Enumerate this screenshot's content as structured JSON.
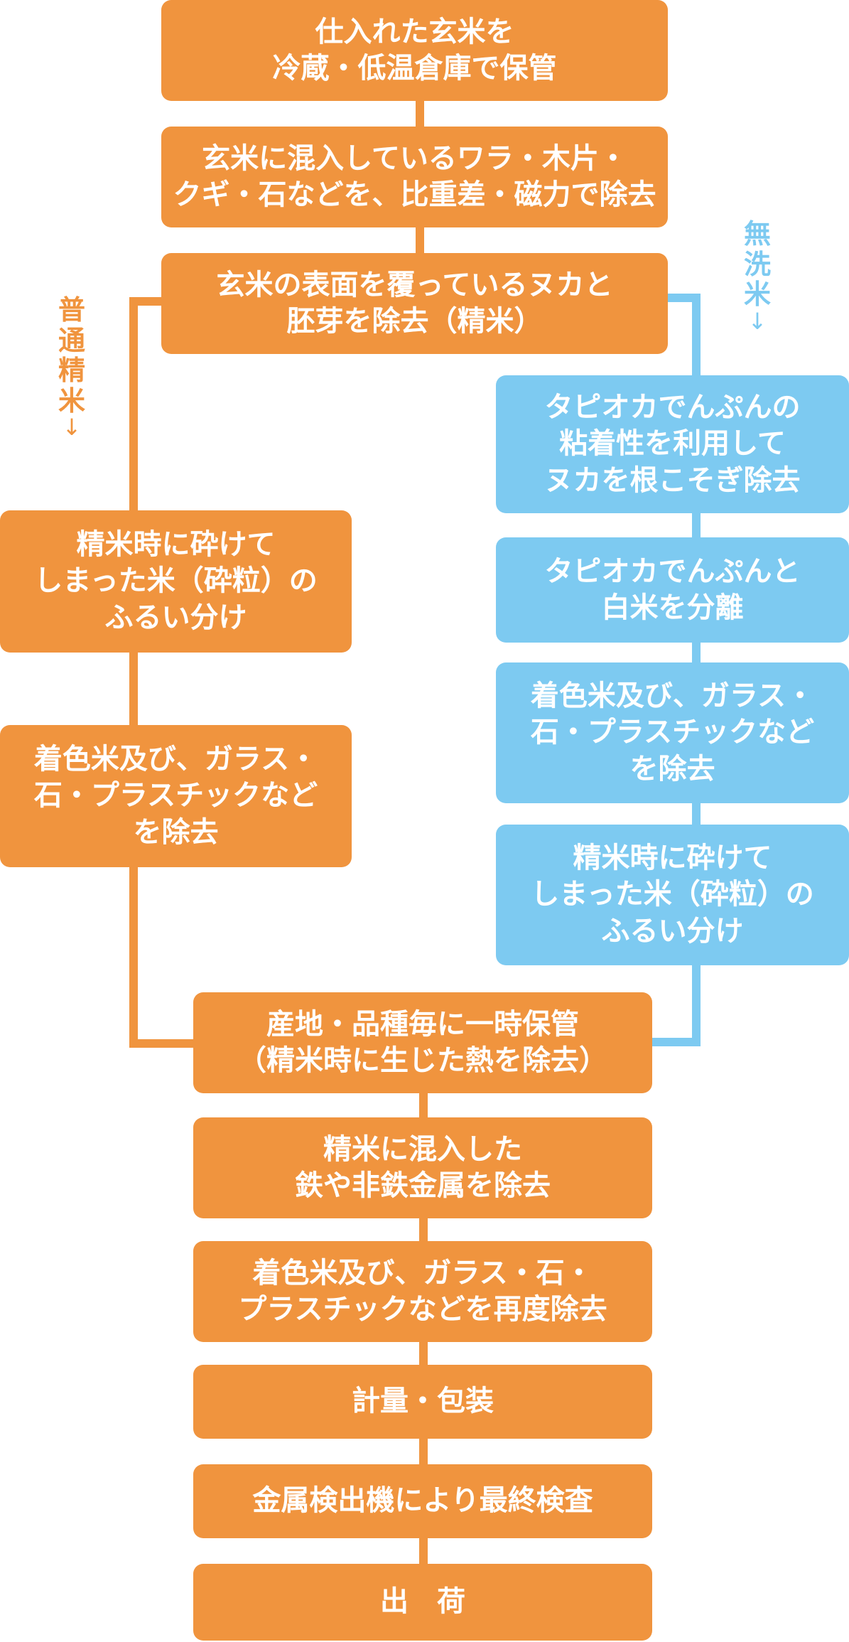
{
  "main_flow": [
    {
      "lines": [
        "仕入れた玄米を",
        "冷蔵・低温倉庫で保管"
      ]
    },
    {
      "lines": [
        "玄米に混入しているワラ・木片・",
        "クギ・石などを、比重差・磁力で除去"
      ]
    },
    {
      "lines": [
        "玄米の表面を覆っているヌカと",
        "胚芽を除去（精米）"
      ]
    }
  ],
  "regular_branch": {
    "label": [
      "普",
      "通",
      "精",
      "米"
    ],
    "arrow": "↓",
    "steps": [
      {
        "lines": [
          "精米時に砕けて",
          "しまった米（砕粒）の",
          "ふるい分け"
        ]
      },
      {
        "lines": [
          "着色米及び、ガラス・",
          "石・プラスチックなど",
          "を除去"
        ]
      }
    ]
  },
  "musenmai_branch": {
    "label": [
      "無",
      "洗",
      "米"
    ],
    "arrow": "↓",
    "steps": [
      {
        "lines": [
          "タピオカでんぷんの",
          "粘着性を利用して",
          "ヌカを根こそぎ除去"
        ]
      },
      {
        "lines": [
          "タピオカでんぷんと",
          "白米を分離"
        ]
      },
      {
        "lines": [
          "着色米及び、ガラス・",
          "石・プラスチックなど",
          "を除去"
        ]
      },
      {
        "lines": [
          "精米時に砕けて",
          "しまった米（砕粒）の",
          "ふるい分け"
        ]
      }
    ]
  },
  "final_flow": [
    {
      "lines": [
        "産地・品種毎に一時保管",
        "（精米時に生じた熱を除去）"
      ]
    },
    {
      "lines": [
        "精米に混入した",
        "鉄や非鉄金属を除去"
      ]
    },
    {
      "lines": [
        "着色米及び、ガラス・石・",
        "プラスチックなどを再度除去"
      ]
    },
    {
      "lines": [
        "計量・包装"
      ]
    },
    {
      "lines": [
        "金属検出機により最終検査"
      ]
    },
    {
      "lines": [
        "出　荷"
      ]
    }
  ],
  "colors": {
    "orange": "#F0943E",
    "blue": "#7DCAF1"
  }
}
